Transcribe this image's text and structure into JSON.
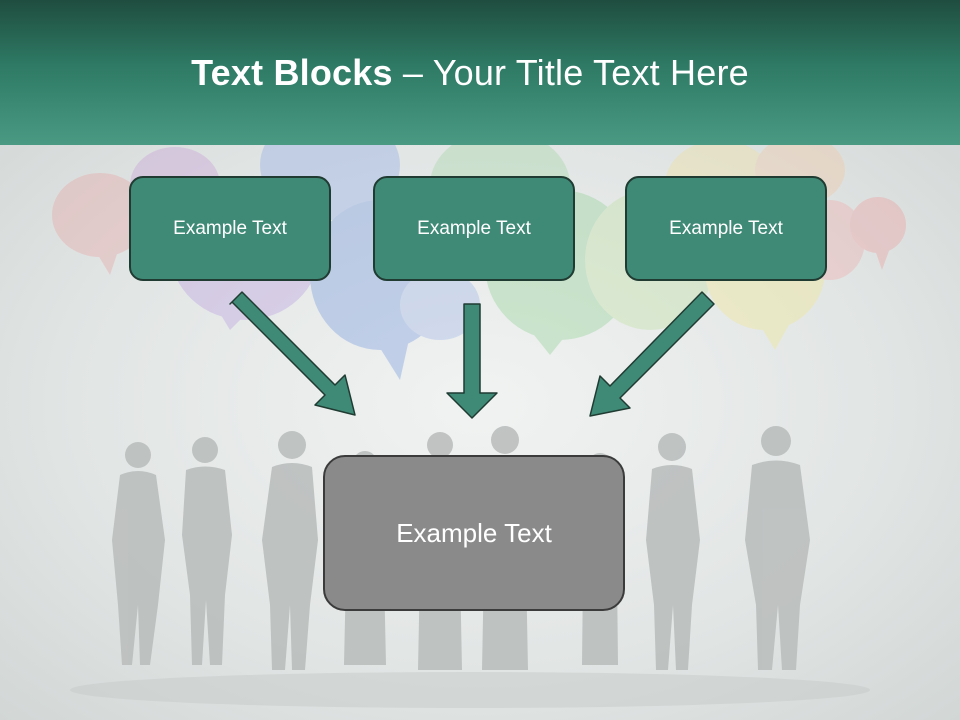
{
  "slide": {
    "title_bold": "Text Blocks",
    "title_rest": " – Your Title Text Here",
    "boxes": [
      {
        "label": "Example Text"
      },
      {
        "label": "Example Text"
      },
      {
        "label": "Example Text"
      }
    ],
    "main_box": {
      "label": "Example Text"
    }
  },
  "colors": {
    "header": "#2e7a64",
    "box_fill": "#3f8a76",
    "box_border": "#1f3b32",
    "main_box_fill": "#8a8a8a",
    "arrow_fill": "#3f8a76"
  }
}
